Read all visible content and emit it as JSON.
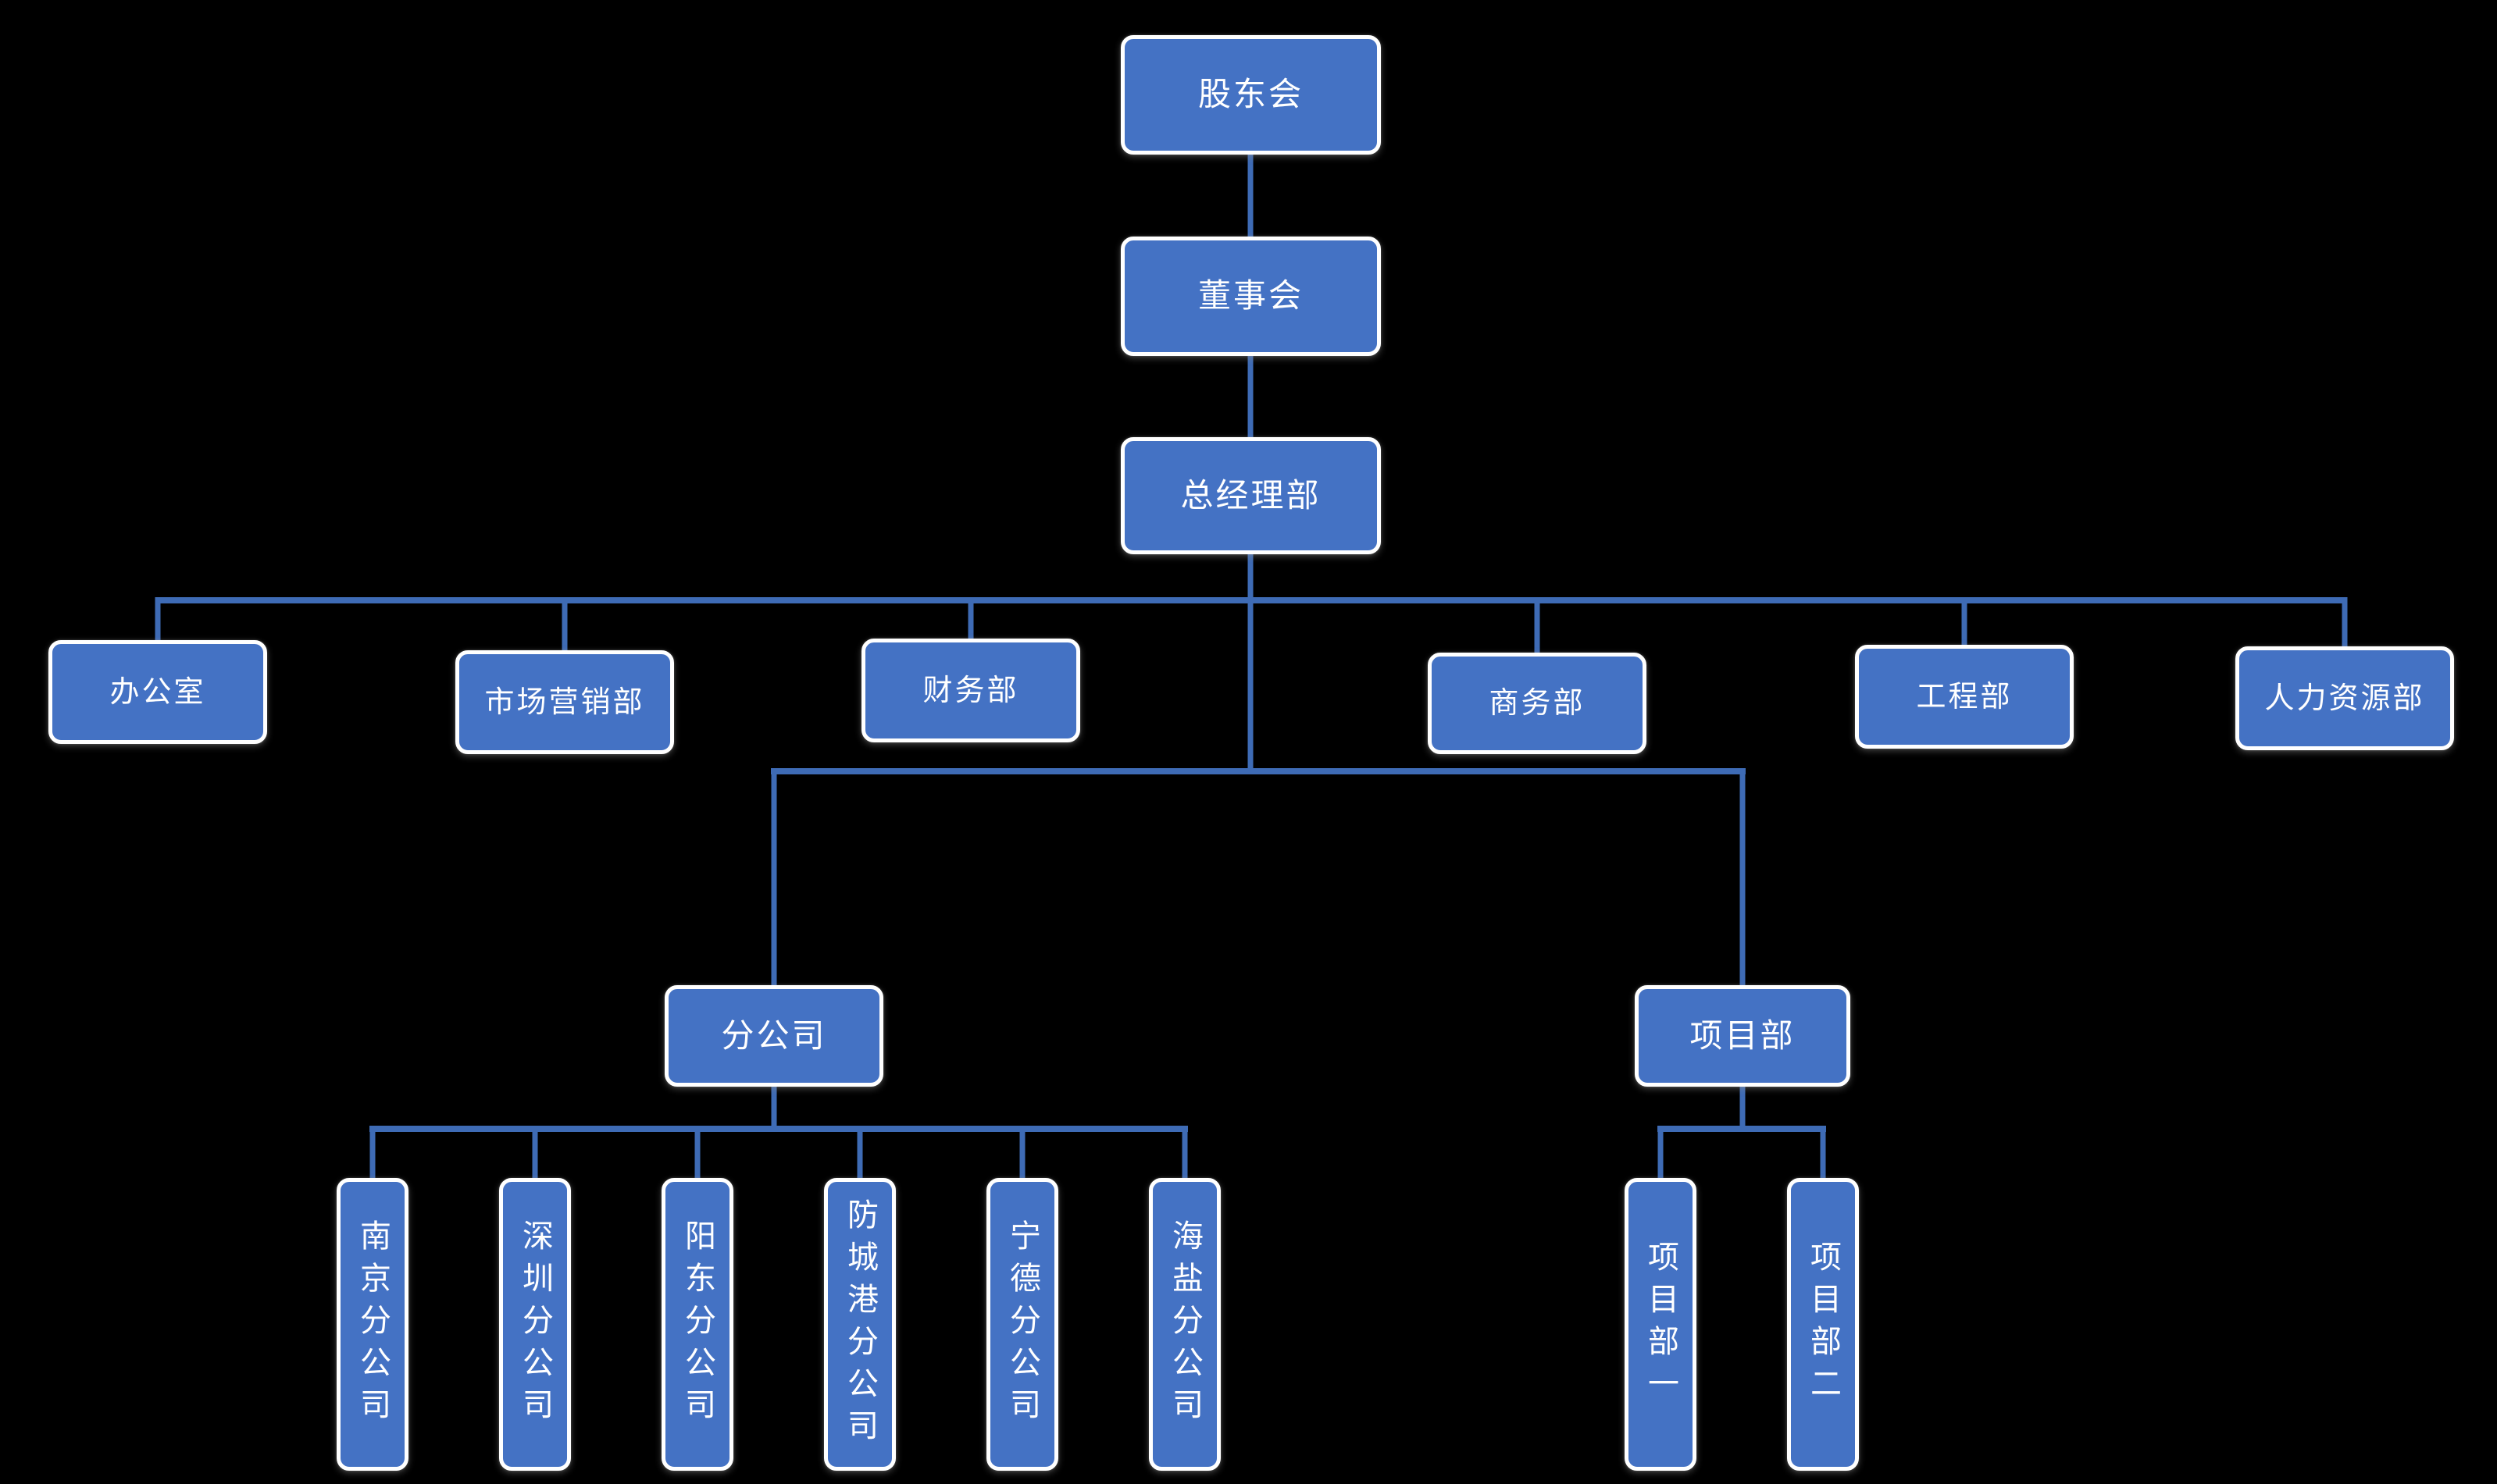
{
  "colors": {
    "background": "#000000",
    "node_fill": "#4472C4",
    "node_border": "#FFFFFF",
    "node_text": "#FFFFFF",
    "connector": "#3E6BB5"
  },
  "nodes": {
    "shareholders": {
      "label": "股东会"
    },
    "board": {
      "label": "董事会"
    },
    "general_manager": {
      "label": "总经理部"
    },
    "office": {
      "label": "办公室"
    },
    "marketing": {
      "label": "市场营销部"
    },
    "finance": {
      "label": "财务部"
    },
    "business": {
      "label": "商务部"
    },
    "engineering": {
      "label": "工程部"
    },
    "hr": {
      "label": "人力资源部"
    },
    "branches": {
      "label": "分公司"
    },
    "project_dept": {
      "label": "项目部"
    },
    "nanjing": {
      "label": "南京分公司"
    },
    "shenzhen": {
      "label": "深圳分公司"
    },
    "yangdong": {
      "label": "阳东分公司"
    },
    "fangchenggang": {
      "label": "防城港分公司"
    },
    "ningde": {
      "label": "宁德分公司"
    },
    "haiyan": {
      "label": "海盐分公司"
    },
    "project_one": {
      "label": "项目部一"
    },
    "project_two": {
      "label": "项目部二"
    }
  },
  "hierarchy": {
    "股东会": [
      "董事会"
    ],
    "董事会": [
      "总经理部"
    ],
    "总经理部": [
      "办公室",
      "市场营销部",
      "财务部",
      "商务部",
      "工程部",
      "人力资源部",
      "分公司",
      "项目部"
    ],
    "分公司": [
      "南京分公司",
      "深圳分公司",
      "阳东分公司",
      "防城港分公司",
      "宁德分公司",
      "海盐分公司"
    ],
    "项目部": [
      "项目部一",
      "项目部二"
    ]
  }
}
